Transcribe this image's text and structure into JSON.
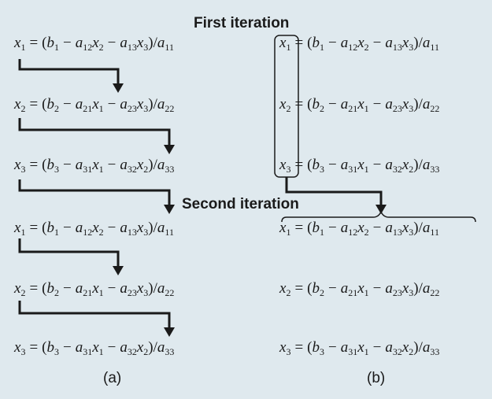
{
  "headings": {
    "first_iteration": "First iteration",
    "second_iteration": "Second iteration"
  },
  "panel_labels": {
    "a": "(a)",
    "b": "(b)"
  },
  "equations": {
    "x1": {
      "lhs": "x",
      "lhs_sub": "1",
      "b_sub": "1",
      "t1_coef": "a",
      "t1_coef_sub": "12",
      "t1_var": "x",
      "t1_var_sub": "2",
      "t2_coef": "a",
      "t2_coef_sub": "13",
      "t2_var": "x",
      "t2_var_sub": "3",
      "den": "a",
      "den_sub": "11"
    },
    "x2": {
      "lhs": "x",
      "lhs_sub": "2",
      "b_sub": "2",
      "t1_coef": "a",
      "t1_coef_sub": "21",
      "t1_var": "x",
      "t1_var_sub": "1",
      "t2_coef": "a",
      "t2_coef_sub": "23",
      "t2_var": "x",
      "t2_var_sub": "3",
      "den": "a",
      "den_sub": "22"
    },
    "x3": {
      "lhs": "x",
      "lhs_sub": "3",
      "b_sub": "3",
      "t1_coef": "a",
      "t1_coef_sub": "31",
      "t1_var": "x",
      "t1_var_sub": "1",
      "t2_coef": "a",
      "t2_coef_sub": "32",
      "t2_var": "x",
      "t2_var_sub": "2",
      "den": "a",
      "den_sub": "33"
    }
  },
  "symbols": {
    "eq": "=",
    "minus": "−",
    "lparen": "(",
    "rparen": ")",
    "slash": "/",
    "b": "b"
  },
  "colors": {
    "background": "#dfe9ee",
    "ink": "#1a1a1a"
  }
}
